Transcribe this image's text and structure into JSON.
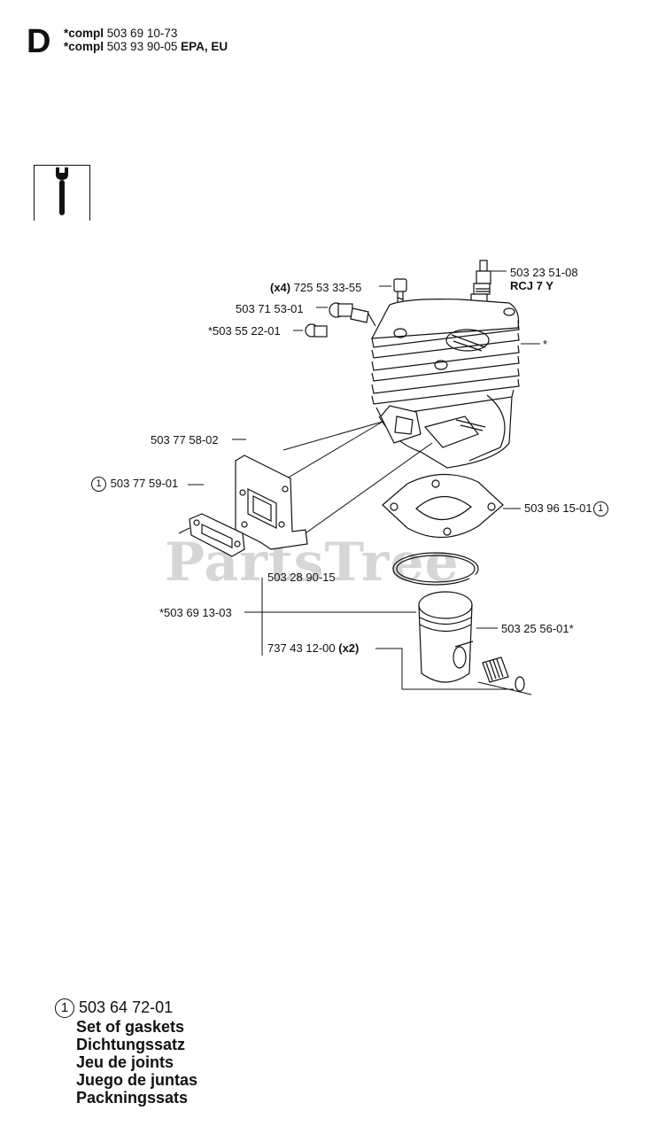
{
  "header": {
    "section_letter": "D",
    "compl_lines": [
      {
        "prefix": "*compl",
        "number": "503 69 10-73",
        "suffix": ""
      },
      {
        "prefix": "*compl",
        "number": "503 93 90-05",
        "suffix": "EPA, EU"
      }
    ],
    "tool_icon": "wrench-icon"
  },
  "watermark": "PartsTree",
  "callouts": {
    "spark_plug": {
      "part": "503 23 51-08",
      "note": "RCJ 7 Y"
    },
    "screws": {
      "qty": "(x4)",
      "part": "725 53 33-55"
    },
    "decomp_valve": {
      "part": "503 71 53-01"
    },
    "plug": {
      "part": "*503 55 22-01"
    },
    "cylinder": {
      "part": "*"
    },
    "inlet_gasket": {
      "part": "503 77 58-02"
    },
    "intake_flange": {
      "marker": "1",
      "part": "503 77 59-01"
    },
    "base_gasket": {
      "part": "503 96 15-01",
      "marker": "1"
    },
    "piston_ring": {
      "part": "503 28 90-15"
    },
    "piston": {
      "part": "*503 69 13-03"
    },
    "piston_pin": {
      "part": "503 25 56-01*"
    },
    "circlip": {
      "part": "737 43 12-00",
      "qty": "(x2)"
    }
  },
  "legend": {
    "marker": "1",
    "part": "503 64 72-01",
    "names": [
      "Set of gaskets",
      "Dichtungssatz",
      "Jeu de joints",
      "Juego de juntas",
      "Packningssats"
    ]
  }
}
